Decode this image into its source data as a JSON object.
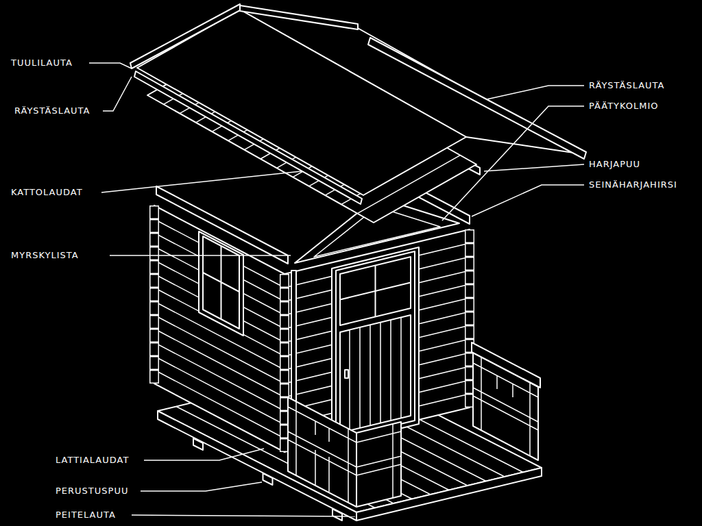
{
  "diagram": {
    "labels": [
      "TUULILAUTA",
      "RÄYSTÄSLAUTA",
      "KATTOLAUDAT",
      "MYRSKYLISTA",
      "LATTIALAUDAT",
      "PERUSTUSPUU",
      "PEITELAUTA",
      "RÄYSTÄSLAUTA",
      "PÄÄTYKOLMIO",
      "HARJAPUU",
      "SEINÄHARJAHIRSI"
    ]
  }
}
